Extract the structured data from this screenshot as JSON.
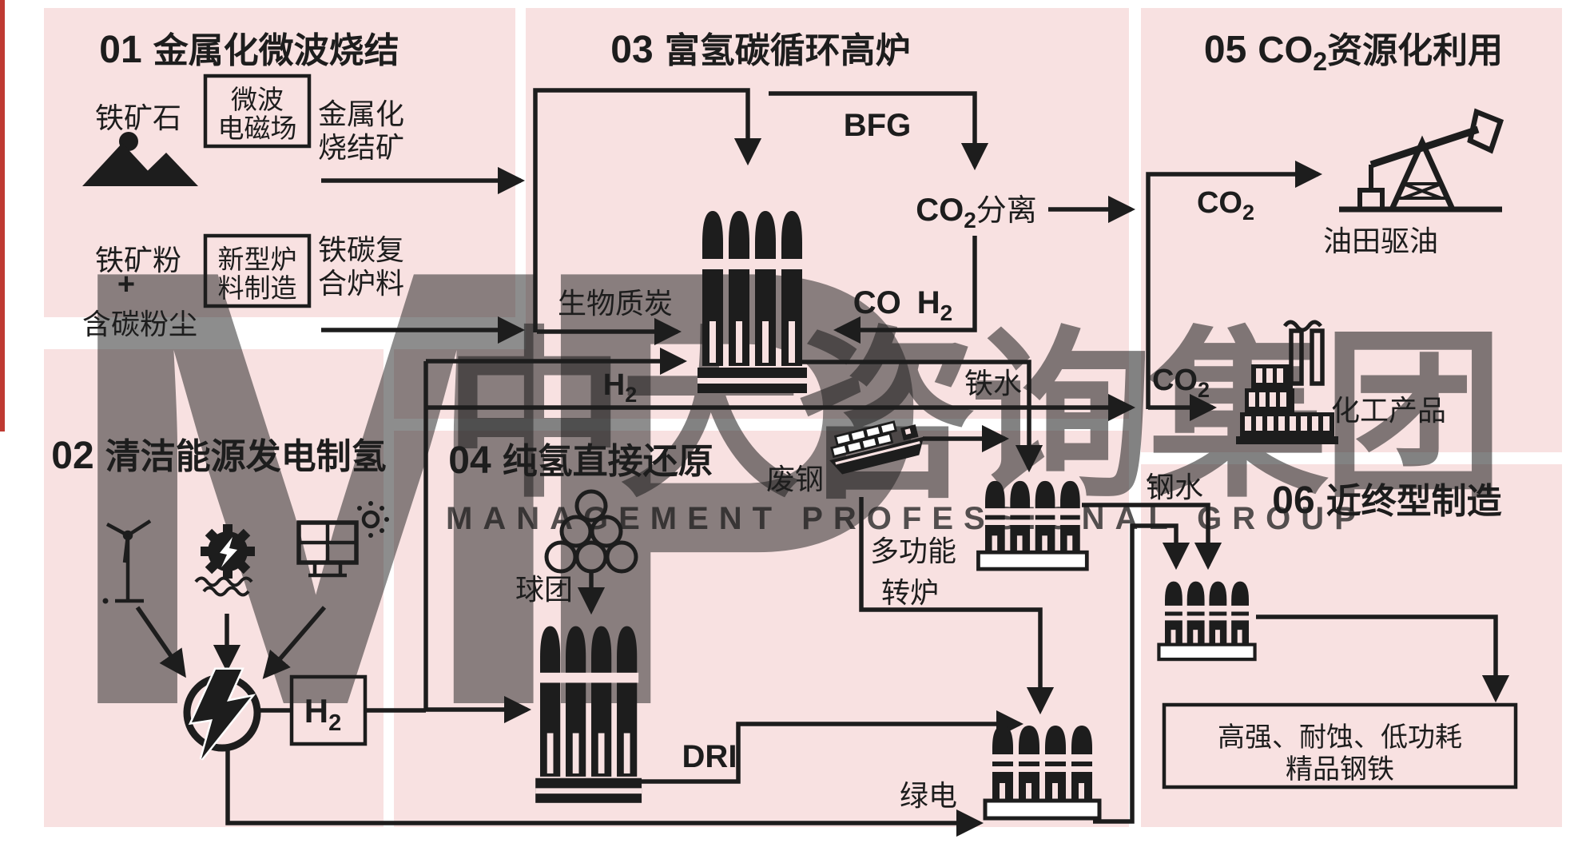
{
  "colors": {
    "panel": "#f8e1e1",
    "ink": "#1d1d1d",
    "edge": "#bf3a32"
  },
  "watermark": {
    "logo": "MP",
    "cn": "中大咨询集团",
    "en": "MANAGEMENT PROFESSIONAL GROUP"
  },
  "sections": {
    "s1": {
      "num": "01",
      "title": "金属化微波烧结"
    },
    "s2": {
      "num": "02",
      "title": "清洁能源发电制氢"
    },
    "s3": {
      "num": "03",
      "title": "富氢碳循环高炉"
    },
    "s4": {
      "num": "04",
      "title": "纯氢直接还原"
    },
    "s5": {
      "num": "05",
      "pre": "CO",
      "sub": "2",
      "post": "资源化利用"
    },
    "s6": {
      "num": "06",
      "title": "近终型制造"
    }
  },
  "s1": {
    "iron_ore": "铁矿石",
    "iron_powder": "铁矿粉",
    "plus": "+",
    "carbon_dust": "含碳粉尘",
    "box_microwave": [
      "微波",
      "电磁场"
    ],
    "box_burden": [
      "新型炉",
      "料制造"
    ],
    "out_sinter": [
      "金属化",
      "烧结矿"
    ],
    "out_composite": [
      "铁碳复",
      "合炉料"
    ]
  },
  "s2": {
    "h2box": {
      "base": "H",
      "sub": "2"
    },
    "green": "绿电"
  },
  "s3": {
    "biochar": "生物质炭",
    "h2": {
      "base": "H",
      "sub": "2"
    },
    "bfg": "BFG",
    "co2_sep": {
      "base": "CO",
      "sub": "2",
      "rest": "分离"
    },
    "co_h2": {
      "co": "CO",
      "h": "H",
      "sub": "2"
    },
    "iron": "铁水"
  },
  "s4": {
    "pellet": "球团",
    "dri": "DRI",
    "scrap": "废钢",
    "converter": [
      "多功能",
      "转炉"
    ]
  },
  "s5": {
    "co2_top": {
      "base": "CO",
      "sub": "2"
    },
    "co2_bot": {
      "base": "CO",
      "sub": "2"
    },
    "oil": "油田驱油",
    "chem": "化工产品"
  },
  "s6": {
    "steel": "钢水",
    "product": [
      "高强、耐蚀、低功耗",
      "精品钢铁"
    ]
  }
}
